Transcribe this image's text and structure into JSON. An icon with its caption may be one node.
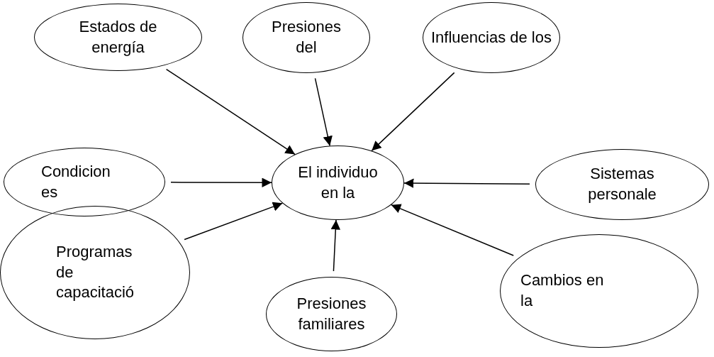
{
  "diagram": {
    "nodes": [
      {
        "text": [
          "Estados de energía"
        ]
      },
      {
        "text": [
          "Presiones del"
        ]
      },
      {
        "text": [
          "Influencias de los"
        ]
      },
      {
        "text": [
          "Condicion es"
        ]
      },
      {
        "text": [
          "El individuo en la"
        ]
      },
      {
        "text": [
          "Sistemas personale"
        ]
      },
      {
        "text": [
          "Programas de capacitació"
        ]
      },
      {
        "text": [
          "Presiones familiares"
        ]
      },
      {
        "text": [
          "Cambios en la"
        ]
      }
    ],
    "edges": [
      {
        "from": 0,
        "to": 4,
        "arrow": "to"
      },
      {
        "from": 1,
        "to": 4,
        "arrow": "to"
      },
      {
        "from": 2,
        "to": 4,
        "arrow": "to"
      },
      {
        "from": 3,
        "to": 4,
        "arrow": "to"
      },
      {
        "from": 5,
        "to": 4,
        "arrow": "to"
      },
      {
        "from": 6,
        "to": 4,
        "arrow": "to"
      },
      {
        "from": 7,
        "to": 4,
        "arrow": "to"
      },
      {
        "from": 8,
        "to": 4,
        "arrow": "to"
      }
    ]
  }
}
